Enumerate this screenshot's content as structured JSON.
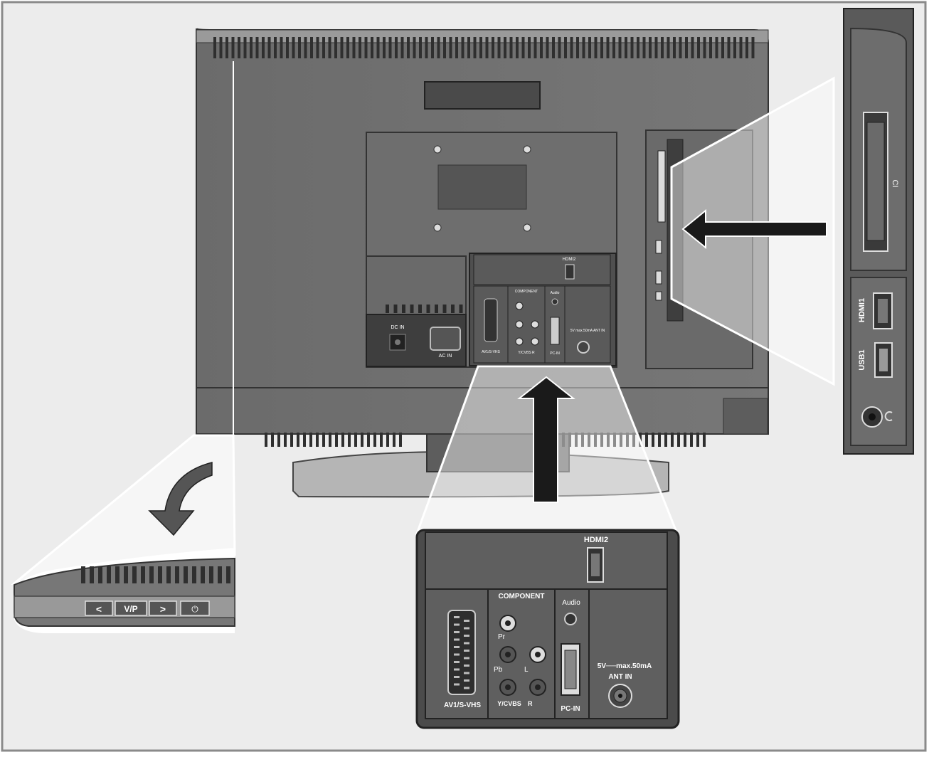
{
  "side_panel": {
    "ci_label": "CI",
    "hdmi1_label": "HDMI1",
    "usb1_label": "USB1"
  },
  "bottom_panel": {
    "hdmi2_label": "HDMI2",
    "component_label": "COMPONENT",
    "audio_label": "Audio",
    "pr_label": "Pr",
    "pb_label": "Pb",
    "l_label": "L",
    "r_label": "R",
    "ycvbs_label": "Y/CVBS",
    "av1_label": "AV1/S-VHS",
    "pcin_label": "PC-IN",
    "power_spec_label": "5V──max.50mA",
    "antin_label": "ANT IN"
  },
  "tv_back": {
    "dcin_label": "DC IN",
    "acin_label": "AC IN",
    "hdmi_small_label": "HDMI2",
    "component_small_label": "COMPONENT",
    "audio_small_label": "Audio",
    "av1_small_label": "AV1/S-VHS",
    "ycvbs_small_label": "Y/CVBS R",
    "pcin_small_label": "PC-IN",
    "antin_small_label": "5V max.50mA ANT IN"
  },
  "buttons_panel": {
    "left_label": "<",
    "vp_label": "V/P",
    "right_label": ">",
    "power_label": "⏻"
  }
}
